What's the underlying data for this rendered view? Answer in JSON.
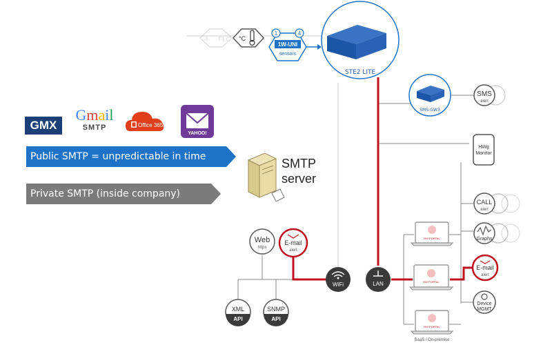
{
  "logos": {
    "gmx": "GMX",
    "gmail_top": "Gmail",
    "gmail_bottom": "SMTP",
    "office365": "Office 365",
    "yahoo": "YAHOO!"
  },
  "banners": {
    "public": "Public SMTP = unpredictable in time",
    "private": "Private SMTP (inside company)"
  },
  "smtp_server": {
    "line1": "SMTP",
    "line2": "server"
  },
  "device": {
    "name": "STE2 LITE"
  },
  "sensors": {
    "badge_left": "1",
    "badge_right": "4",
    "line1": "1W-UNI",
    "line2": "sensors",
    "faded_left": "FLC",
    "faded_num": "4-",
    "temp": "°C"
  },
  "gateway": {
    "name": "SMS-GW3"
  },
  "nodes": {
    "sms": {
      "t1": "SMS",
      "t2": "alert"
    },
    "hwg_monitor": {
      "t1": "HWg",
      "t2": "Monitor"
    },
    "call": {
      "t1": "CALL",
      "t2": "alert"
    },
    "graphs": {
      "t1": "Graphs"
    },
    "email_right": {
      "t1": "E-mail",
      "t2": "alert"
    },
    "device_mgmt": {
      "t1": "Device",
      "t2": "MGMT"
    },
    "web": {
      "t1": "Web",
      "t2": "https"
    },
    "email_left": {
      "t1": "E-mail",
      "t2": "alert"
    },
    "xml_api": {
      "t1": "XML",
      "t2": "API"
    },
    "snmp_api": {
      "t1": "SNMP",
      "t2": "API"
    },
    "wifi": {
      "t1": "WiFi"
    },
    "lan": {
      "t1": "LAN"
    }
  },
  "portals": {
    "p1": "HW PORTAL",
    "p2": "HW PORTAL",
    "p3": "HW PORTAL",
    "caption": "SaaS / On-premise"
  },
  "colors": {
    "red": "#c0121e",
    "blue": "#1e73c8",
    "gray": "#7b7b7b",
    "dark": "#3a3a3a"
  }
}
